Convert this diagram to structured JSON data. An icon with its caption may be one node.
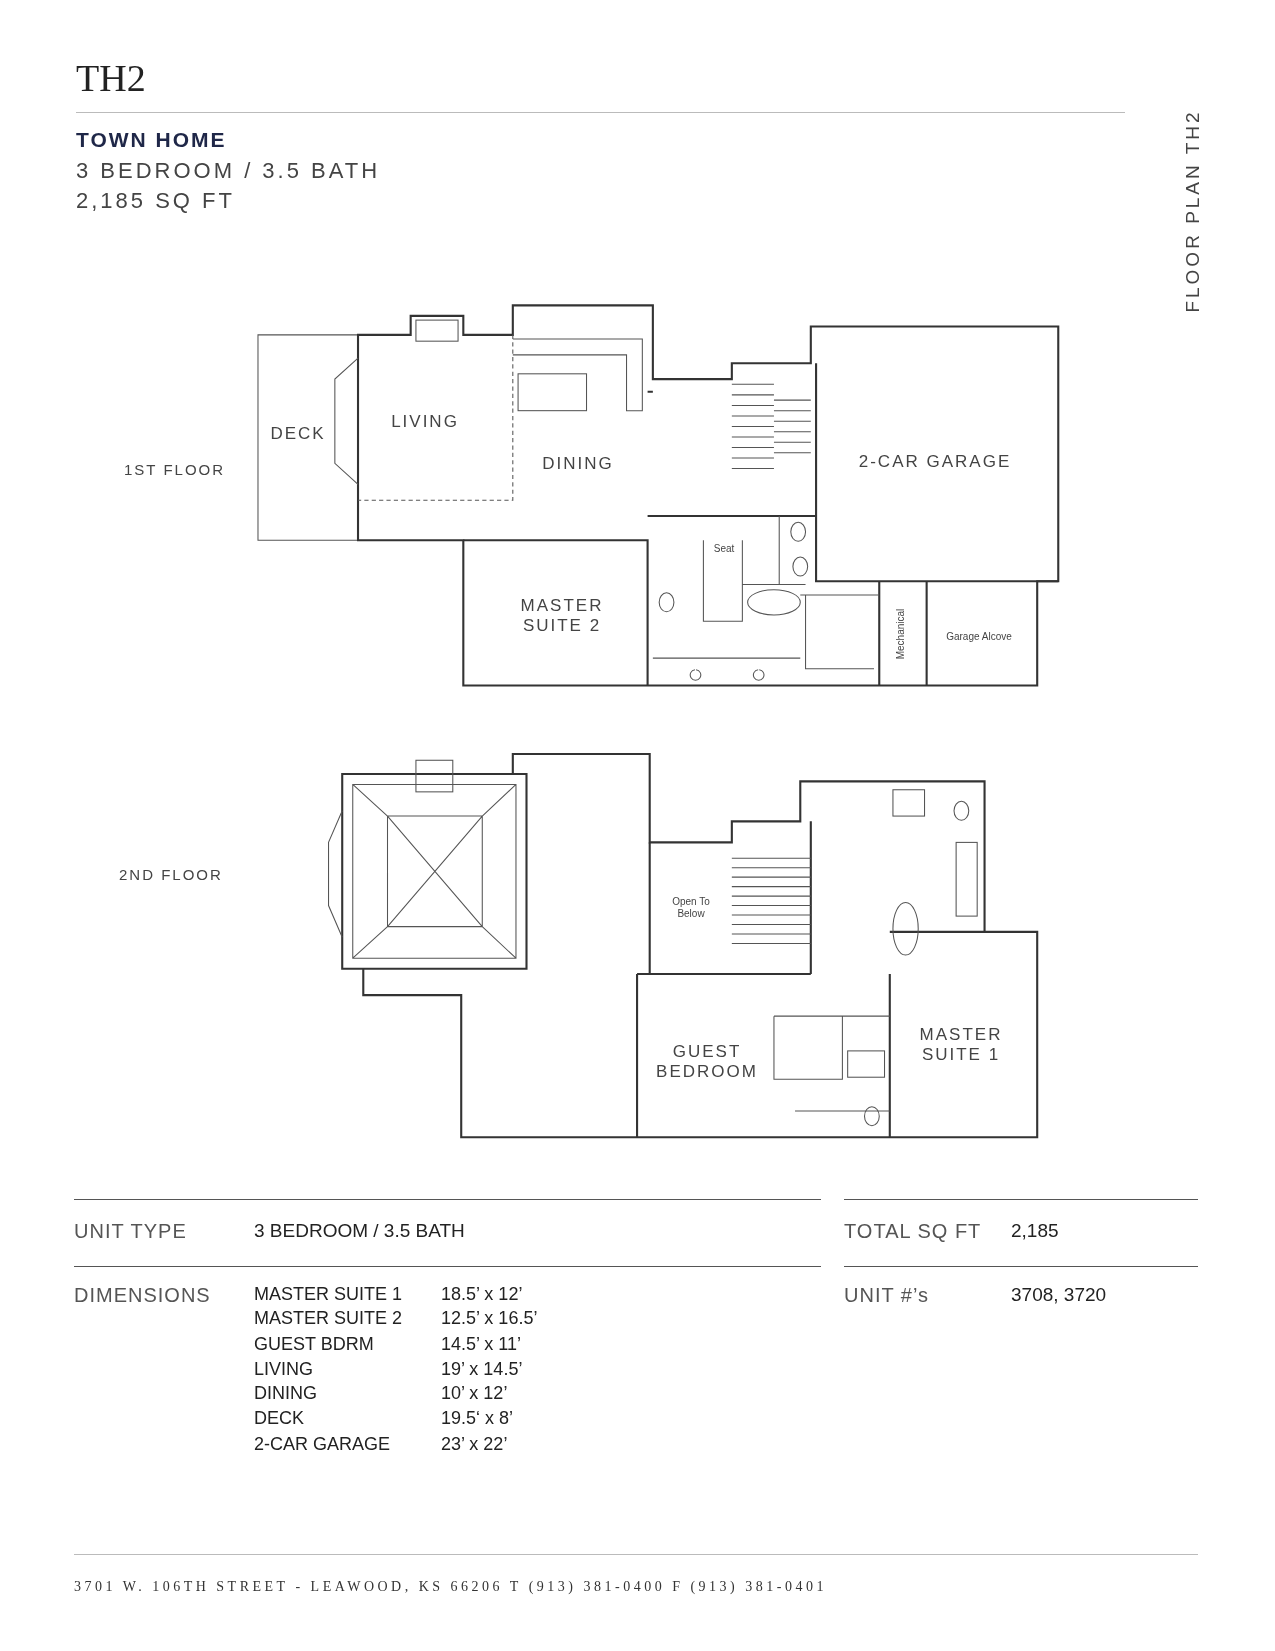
{
  "diagram": {
    "title": "TH2",
    "labels": [
      "TOWN HOME",
      "3 BEDROOM / 3.5 BATH",
      "2,185 SQ FT",
      "FLOOR PLAN TH2",
      "1ST FLOOR",
      "DECK",
      "LIVING",
      "DINING",
      "2-CAR GARAGE",
      "Seat",
      "MASTER SUITE 2",
      "Mechanical",
      "Garage Alcove",
      "2ND FLOOR",
      "Open To Below",
      "MASTER SUITE 1",
      "GUEST BEDROOM",
      "UNIT TYPE",
      "3 BEDROOM / 3.5 BATH",
      "TOTAL SQ FT",
      "2,185",
      "DIMENSIONS",
      "MASTER SUITE 1",
      "18.5’ x 12’",
      "MASTER SUITE 2",
      "12.5’ x 16.5’",
      "GUEST BDRM",
      "14.5’ x 11’",
      "LIVING",
      "19’ x 14.5’",
      "DINING",
      "10’ x 12’",
      "DECK",
      "19.5‘ x 8’",
      "2-CAR GARAGE",
      "23’ x 22’",
      "UNIT #’s",
      "3708, 3720",
      "3701 W. 106TH STREET - LEAWOOD, KS 66206 T (913) 381-0400 F (913) 381-0401"
    ]
  }
}
